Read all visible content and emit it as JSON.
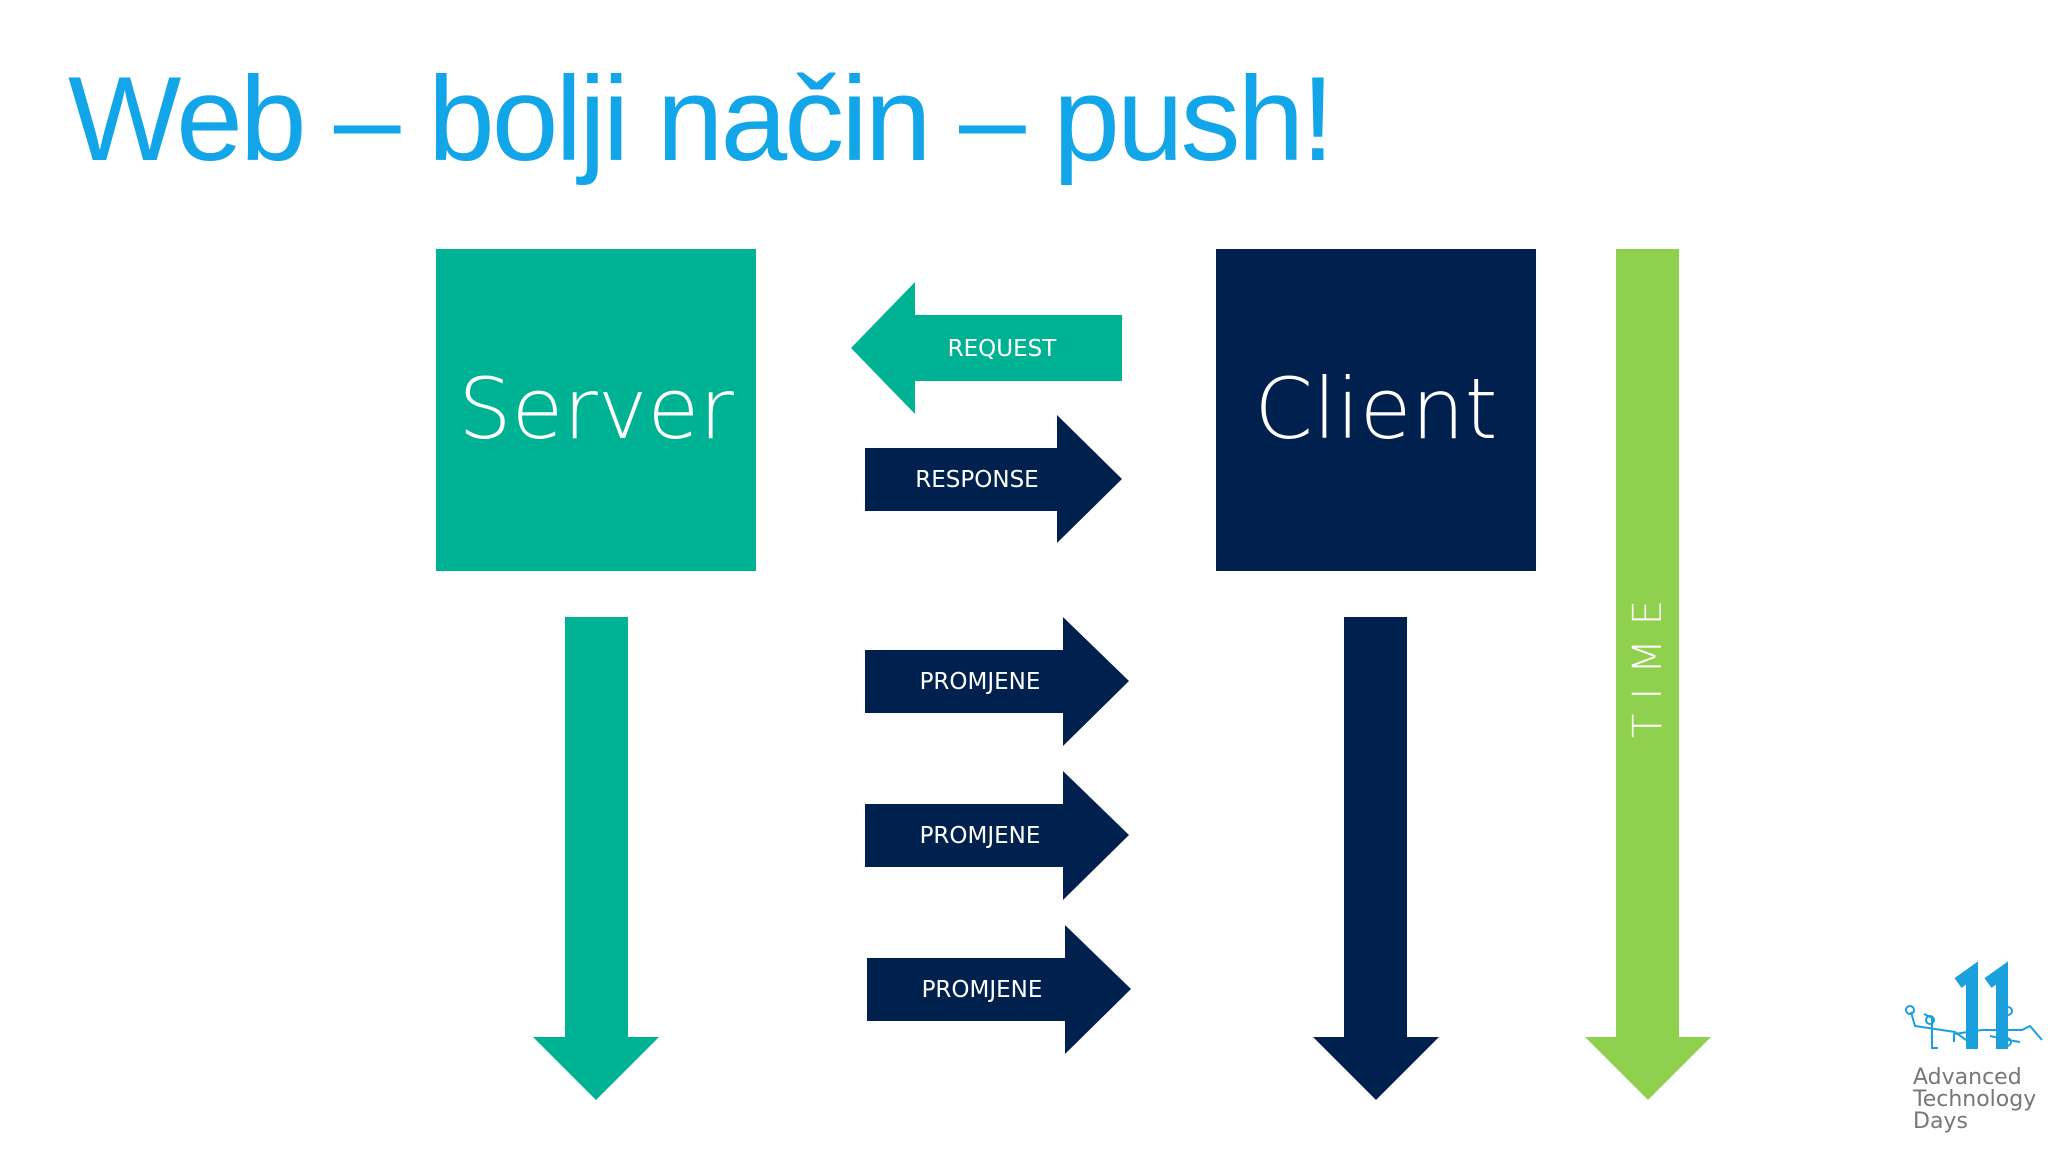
{
  "title": "Web – bolji način – push!",
  "colors": {
    "title": "#12a5e8",
    "server": "#00b294",
    "client": "#00204e",
    "time": "#8fd14f"
  },
  "server": {
    "label": "Server"
  },
  "client": {
    "label": "Client"
  },
  "time": {
    "label": "TIME"
  },
  "arrows": {
    "request": "REQUEST",
    "response": "RESPONSE",
    "changes": [
      "PROMJENE",
      "PROMJENE",
      "PROMJENE"
    ]
  },
  "logo": {
    "number": "11",
    "lines": [
      "Advanced",
      "Technology",
      "Days"
    ]
  }
}
